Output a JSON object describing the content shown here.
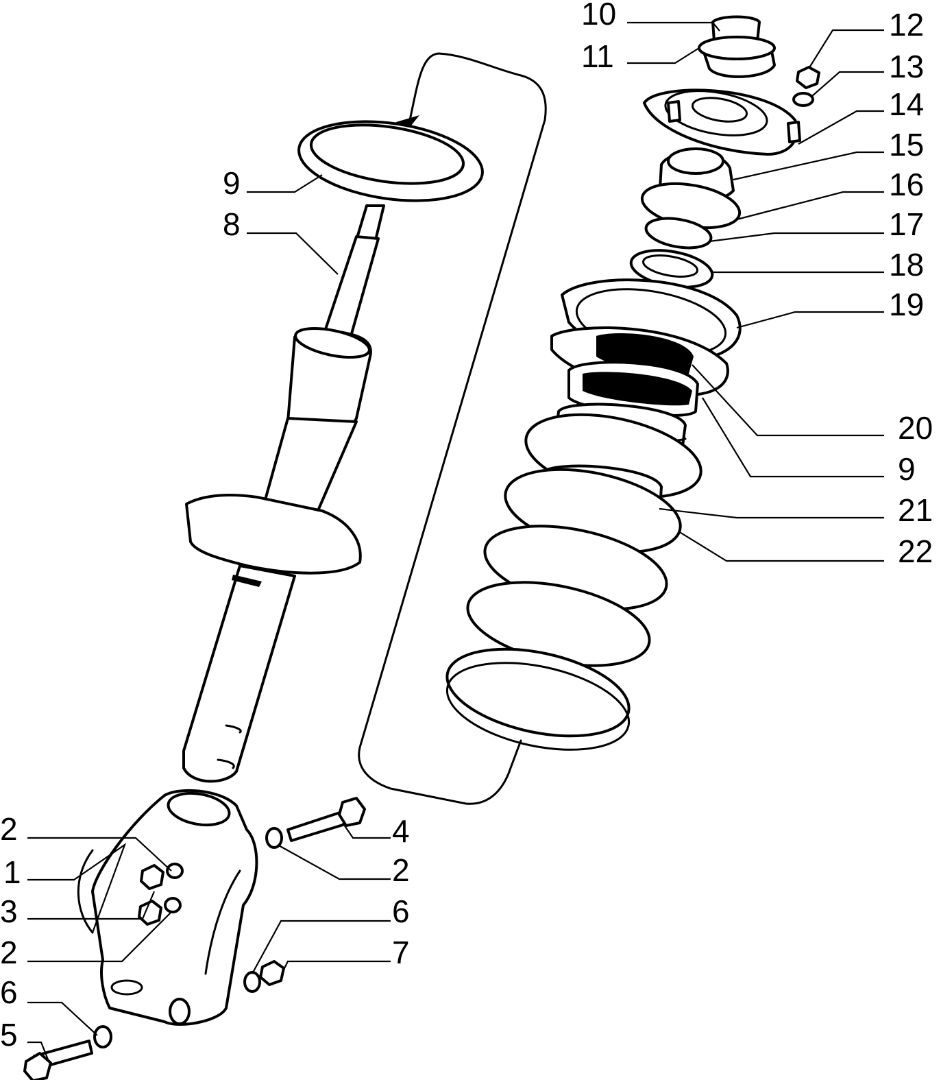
{
  "diagram": {
    "labels": {
      "l1": "1",
      "l2a": "2",
      "l2b": "2",
      "l2c": "2",
      "l3": "3",
      "l4": "4",
      "l5": "5",
      "l6a": "6",
      "l6b": "6",
      "l7": "7",
      "l8": "8",
      "l9a": "9",
      "l9b": "9",
      "l10": "10",
      "l11": "11",
      "l12": "12",
      "l13": "13",
      "l14": "14",
      "l15": "15",
      "l16": "16",
      "l17": "17",
      "l18": "18",
      "l19": "19",
      "l20": "20",
      "l21": "21",
      "l22": "22"
    }
  }
}
